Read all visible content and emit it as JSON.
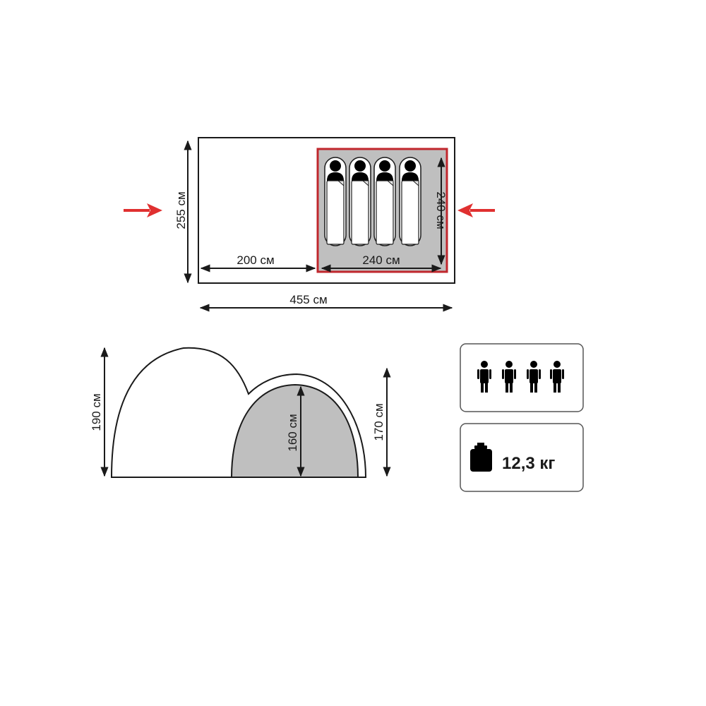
{
  "floor_plan": {
    "total_length": "455 см",
    "total_width": "255 см",
    "vestibule_length": "200 см",
    "inner_length": "240 см",
    "inner_width": "240 см",
    "sleeping_places": 4,
    "entrance_arrow_color": "#e03030"
  },
  "side_view": {
    "total_height": "190 см",
    "inner_height": "160 см",
    "apse_height": "170 см"
  },
  "capacity": {
    "persons": 4,
    "icon": "person-icon"
  },
  "weight": {
    "value": "12,3 кг",
    "icon": "weight-icon"
  },
  "colors": {
    "inner_fill": "#bfbfbf",
    "inner_border": "#c0272d",
    "outline": "#1a1a1a"
  }
}
